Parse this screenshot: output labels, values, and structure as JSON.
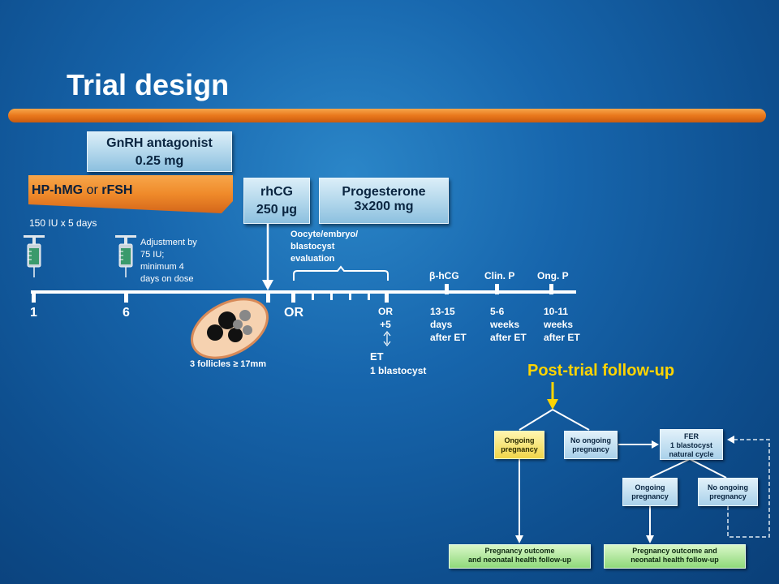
{
  "title": "Trial design",
  "boxes": {
    "gnrh_line1": "GnRH antagonist",
    "gnrh_line2": "0.25 mg",
    "hmg_a": "HP-hMG",
    "hmg_or": " or ",
    "hmg_b": "rFSH",
    "rhcg_line1": "rhCG",
    "rhcg_line2": "250 µg",
    "prog_line1": "Progesterone",
    "prog_line2": "3x200 mg"
  },
  "annotations": {
    "dose": "150 IU x 5 days",
    "adjust_1": "Adjustment by",
    "adjust_2": "75 IU;",
    "adjust_3": "minimum   4",
    "adjust_4": "days on dose",
    "eval_1": "Oocyte/embryo/",
    "eval_2": "blastocyst",
    "eval_3": "evaluation",
    "follicles": "3 follicles ≥ 17mm"
  },
  "timeline": {
    "day1": "1",
    "day6": "6",
    "or": "OR",
    "orplus_1": "OR",
    "orplus_2": "+5",
    "et": "ET",
    "et_sub": "1 blastocyst",
    "hcg_label": "β-hCG",
    "clin_label": "Clin. P",
    "ong_label": "Ong. P",
    "hcg_1": "13-15",
    "hcg_2": "days",
    "hcg_3": "after ET",
    "clin_1": "5-6",
    "clin_2": "weeks",
    "clin_3": "after ET",
    "ong_1": "10-11",
    "ong_2": "weeks",
    "ong_3": "after ET"
  },
  "followup": {
    "title": "Post-trial follow-up",
    "ongoing_1": "Ongoing",
    "ongoing_2": "pregnancy",
    "no_ongoing_1": "No ongoing",
    "no_ongoing_2": "pregnancy",
    "fer_1": "FER",
    "fer_2": "1 blastocyst",
    "fer_3": "natural cycle",
    "ongoing2_1": "Ongoing",
    "ongoing2_2": "pregnancy",
    "no_ongoing2_1": "No ongoing",
    "no_ongoing2_2": "pregnancy",
    "outcome1_1": "Pregnancy outcome",
    "outcome1_2": "and neonatal health follow-up",
    "outcome2_1": "Pregnancy outcome and",
    "outcome2_2": "neonatal health follow-up"
  },
  "colors": {
    "accent_orange": "#e9781c",
    "followup_yellow": "#ffd400"
  }
}
